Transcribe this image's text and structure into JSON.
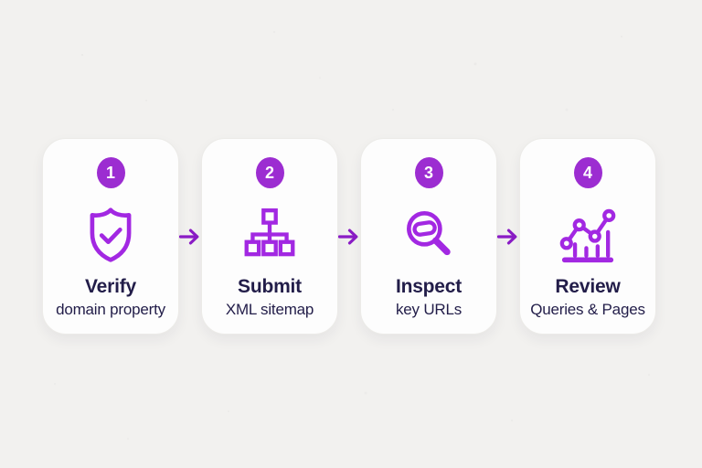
{
  "steps": [
    {
      "number": "1",
      "title": "Verify",
      "subtitle": "domain property",
      "icon": "shield-check-icon"
    },
    {
      "number": "2",
      "title": "Submit",
      "subtitle": "XML sitemap",
      "icon": "sitemap-icon"
    },
    {
      "number": "3",
      "title": "Inspect",
      "subtitle": "key URLs",
      "icon": "magnifier-icon"
    },
    {
      "number": "4",
      "title": "Review",
      "subtitle": "Queries & Pages",
      "icon": "line-bar-chart-icon"
    }
  ],
  "connector": {
    "icon": "arrow-right-icon"
  },
  "colors": {
    "background": "#f2f1ef",
    "card_background": "#fdfdfd",
    "card_border": "#ecebe8",
    "badge_fill": "#9c2dd1",
    "badge_number": "#ffffff",
    "icon_stroke": "#a228e2",
    "arrow": "#8a1cc5",
    "text": "#221d49"
  }
}
